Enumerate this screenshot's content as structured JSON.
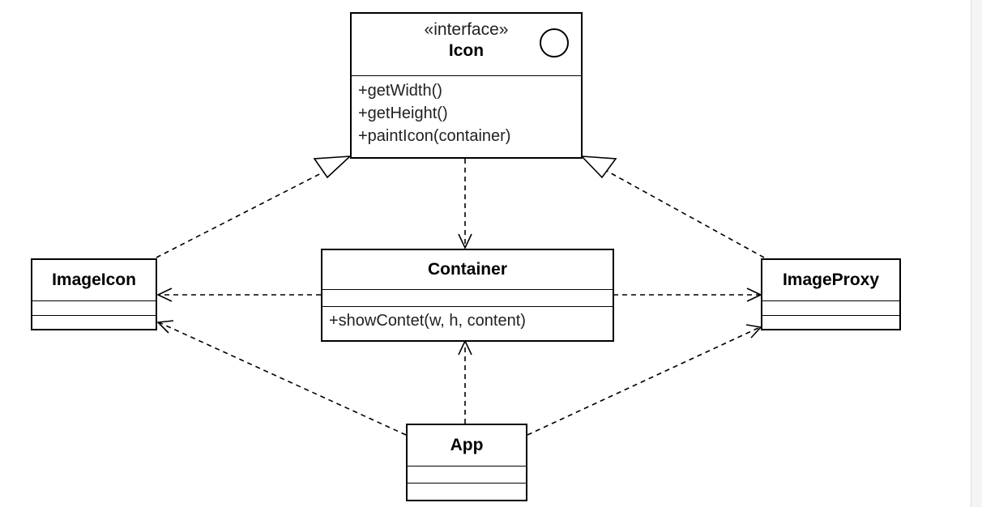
{
  "diagram": {
    "icon_interface": {
      "stereotype": "«interface»",
      "name": "Icon",
      "operations": [
        "+getWidth()",
        "+getHeight()",
        "+paintIcon(container)"
      ]
    },
    "container_class": {
      "name": "Container",
      "operations": [
        "+showContet(w, h, content)"
      ]
    },
    "imageicon_class": {
      "name": "ImageIcon"
    },
    "imageproxy_class": {
      "name": "ImageProxy"
    },
    "app_class": {
      "name": "App"
    }
  }
}
